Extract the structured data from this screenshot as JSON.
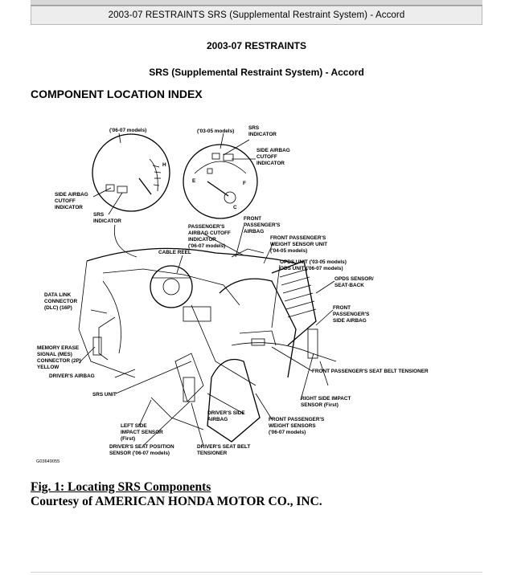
{
  "header": {
    "text": "2003-07 RESTRAINTS SRS (Supplemental Restraint System) - Accord"
  },
  "title": {
    "line1": "2003-07 RESTRAINTS",
    "line2": "SRS (Supplemental Restraint System) - Accord"
  },
  "section_heading": "COMPONENT LOCATION INDEX",
  "diagram": {
    "labels": {
      "models_0607": "('06-07 models)",
      "models_0305": "('03-05 models)",
      "srs_indicator_top_1": "SRS",
      "srs_indicator_top_2": "INDICATOR",
      "side_cutoff_r1": "SIDE AIRBAG",
      "side_cutoff_r2": "CUTOFF",
      "side_cutoff_r3": "INDICATOR",
      "side_cutoff_l1": "SIDE AIRBAG",
      "side_cutoff_l2": "CUTOFF",
      "side_cutoff_l3": "INDICATOR",
      "srs_indicator_left_1": "SRS",
      "srs_indicator_left_2": "INDICATOR",
      "pass_cutoff_1": "PASSENGER'S",
      "pass_cutoff_2": "AIRBAG CUTOFF",
      "pass_cutoff_3": "INDICATOR",
      "pass_cutoff_4": "('06-07 models)",
      "front_pass_airbag_1": "FRONT",
      "front_pass_airbag_2": "PASSENGER'S",
      "front_pass_airbag_3": "AIRBAG",
      "weight_unit_1": "FRONT PASSENGER'S",
      "weight_unit_2": "WEIGHT SENSOR UNIT",
      "weight_unit_3": "('04-05 models)",
      "cable_reel": "CABLE REEL",
      "opds_unit_1": "OPDS UNIT ('03-05 models)",
      "opds_unit_2": "ODS UNIT ('06-07 models)",
      "opds_sensor_1": "OPDS SENSOR/",
      "opds_sensor_2": "SEAT-BACK",
      "dlc_1": "DATA LINK",
      "dlc_2": "CONNECTOR",
      "dlc_3": "(DLC) (16P)",
      "side_airbag_right_1": "FRONT",
      "side_airbag_right_2": "PASSENGER'S",
      "side_airbag_right_3": "SIDE AIRBAG",
      "mes_1": "MEMORY ERASE",
      "mes_2": "SIGNAL (MES)",
      "mes_3": "CONNECTOR (2P)",
      "mes_4": "YELLOW",
      "drivers_airbag": "DRIVER'S AIRBAG",
      "belt_tensioner_pass": "FRONT PASSENGER'S SEAT BELT TENSIONER",
      "srs_unit": "SRS UNIT",
      "right_impact_1": "RIGHT SIDE IMPACT",
      "right_impact_2": "SENSOR (First)",
      "left_impact_1": "LEFT SIDE",
      "left_impact_2": "IMPACT SENSOR",
      "left_impact_3": "(First)",
      "drivers_side_airbag_1": "DRIVER'S SIDE",
      "drivers_side_airbag_2": "AIRBAG",
      "pass_weight_1": "FRONT PASSENGER'S",
      "pass_weight_2": "WEIGHT SENSORS",
      "pass_weight_3": "('06-07 models)",
      "seat_pos_1": "DRIVER'S SEAT POSITION",
      "seat_pos_2": "SENSOR ('06-07 models)",
      "drv_tensioner_1": "DRIVER'S SEAT BELT",
      "drv_tensioner_2": "TENSIONER",
      "gauge_h": "H",
      "gauge_e": "E",
      "gauge_f": "F",
      "gauge_c": "C",
      "figure_code": "G03649055"
    }
  },
  "figure_caption": "Fig. 1: Locating SRS Components",
  "courtesy": "Courtesy of AMERICAN HONDA MOTOR CO., INC."
}
